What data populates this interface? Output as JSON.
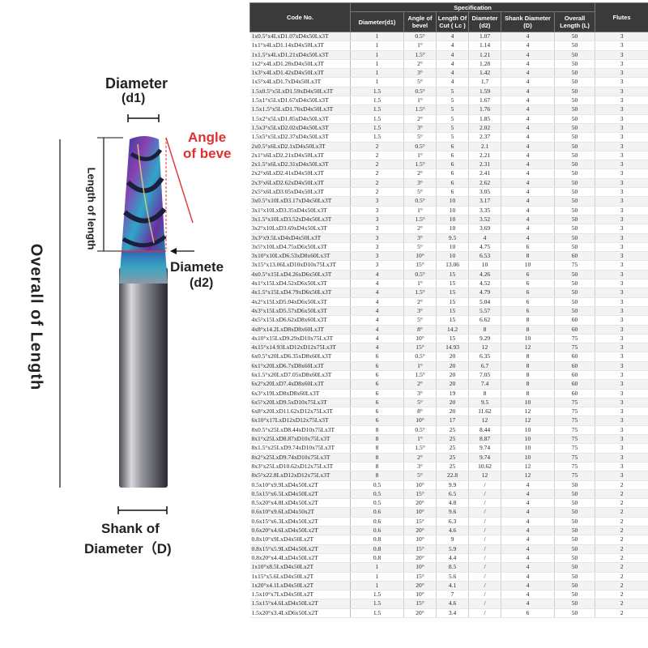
{
  "diagram": {
    "labels": {
      "diameter_d1_line1": "Diameter",
      "diameter_d1_line2": "(d1)",
      "angle_line1": "Angle",
      "angle_line2": "of beve",
      "length_of_cut": "Length of length",
      "diameter_d2_line1": "Diamete",
      "diameter_d2_line2": "(d2)",
      "overall_length": "Overall  of  Length",
      "shank_line1": "Shank of",
      "shank_line2": "Diameter（D)"
    },
    "colors": {
      "accent_red": "#e0302f",
      "text": "#222222"
    }
  },
  "table": {
    "header": {
      "code": "Code No.",
      "specification": "Specification",
      "flutes": "Flutes",
      "columns": [
        "Diameter(d1)",
        "Angle of bevel",
        "Length Of Cut ( Lc )",
        "Diameter (d2)",
        "Shank Diameter (D)",
        "Overall Length (L)"
      ]
    },
    "rows": [
      [
        "1x0.5°x4LxD1.07xD4x50Lx3T",
        "1",
        "0.5°",
        "4",
        "1.07",
        "4",
        "50",
        "3"
      ],
      [
        "1x1°x4LxD1.14xD4x50Lx3T",
        "1",
        "1°",
        "4",
        "1.14",
        "4",
        "50",
        "3"
      ],
      [
        "1x1.5°x4LxD1.21xD4x50Lx3T",
        "1",
        "1.5°",
        "4",
        "1.21",
        "4",
        "50",
        "3"
      ],
      [
        "1x2°x4LxD1.28xD4x50Lx3T",
        "1",
        "2°",
        "4",
        "1.28",
        "4",
        "50",
        "3"
      ],
      [
        "1x3°x4LxD1.42xD4x50Lx3T",
        "1",
        "3°",
        "4",
        "1.42",
        "4",
        "50",
        "3"
      ],
      [
        "1x5°x4LxD1.7xD4x50Lx3T",
        "1",
        "5°",
        "4",
        "1.7",
        "4",
        "50",
        "3"
      ],
      [
        "1.5x0.5°x5LxD1.59xD4x50Lx3T",
        "1.5",
        "0.5°",
        "5",
        "1.59",
        "4",
        "50",
        "3"
      ],
      [
        "1.5x1°x5LxD1.67xD4x50Lx3T",
        "1.5",
        "1°",
        "5",
        "1.67",
        "4",
        "50",
        "3"
      ],
      [
        "1.5x1.5°x5LxD1.76xD4x50Lx3T",
        "1.5",
        "1.5°",
        "5",
        "1.76",
        "4",
        "50",
        "3"
      ],
      [
        "1.5x2°x5LxD1.85xD4x50Lx3T",
        "1.5",
        "2°",
        "5",
        "1.85",
        "4",
        "50",
        "3"
      ],
      [
        "1.5x3°x5LxD2.02xD4x50Lx3T",
        "1.5",
        "3°",
        "5",
        "2.02",
        "4",
        "50",
        "3"
      ],
      [
        "1.5x5°x5LxD2.37xD4x50Lx3T",
        "1.5",
        "5°",
        "5",
        "2.37",
        "4",
        "50",
        "3"
      ],
      [
        "2x0.5°x6LxD2.1xD4x50Lx3T",
        "2",
        "0.5°",
        "6",
        "2.1",
        "4",
        "50",
        "3"
      ],
      [
        "2x1°x6LxD2.21xD4x50Lx3T",
        "2",
        "1°",
        "6",
        "2.21",
        "4",
        "50",
        "3"
      ],
      [
        "2x1.5°x6LxD2.31xD4x50Lx3T",
        "2",
        "1.5°",
        "6",
        "2.31",
        "4",
        "50",
        "3"
      ],
      [
        "2x2°x6LxD2.41xD4x50Lx3T",
        "2",
        "2°",
        "6",
        "2.41",
        "4",
        "50",
        "3"
      ],
      [
        "2x3°x6LxD2.62xD4x50Lx3T",
        "2",
        "3°",
        "6",
        "2.62",
        "4",
        "50",
        "3"
      ],
      [
        "2x5°x6LxD3.05xD4x50Lx3T",
        "2",
        "5°",
        "6",
        "3.05",
        "4",
        "50",
        "3"
      ],
      [
        "3x0.5°x10LxD3.17xD4x50Lx3T",
        "3",
        "0.5°",
        "10",
        "3.17",
        "4",
        "50",
        "3"
      ],
      [
        "3x1°x10LxD3.35xD4x50Lx3T",
        "3",
        "1°",
        "10",
        "3.35",
        "4",
        "50",
        "3"
      ],
      [
        "3x1.5°x10LxD3.52xD4x50Lx3T",
        "3",
        "1.5°",
        "10",
        "3.52",
        "4",
        "50",
        "3"
      ],
      [
        "3x2°x10LxD3.69xD4x50Lx3T",
        "3",
        "2°",
        "10",
        "3.69",
        "4",
        "50",
        "3"
      ],
      [
        "3x3°x9.5LxD4xD4x50Lx3T",
        "3",
        "3°",
        "9.5",
        "4",
        "4",
        "50",
        "3"
      ],
      [
        "3x5°x10LxD4.75xD6x50Lx3T",
        "3",
        "5°",
        "10",
        "4.75",
        "6",
        "50",
        "3"
      ],
      [
        "3x10°x10LxD6.53xD8x60Lx3T",
        "3",
        "10°",
        "10",
        "6.53",
        "8",
        "60",
        "3"
      ],
      [
        "3x15°x13.06LxD10xD10x75Lx3T",
        "3",
        "15°",
        "13.06",
        "10",
        "10",
        "75",
        "3"
      ],
      [
        "4x0.5°x15LxD4.26xD6x50Lx3T",
        "4",
        "0.5°",
        "15",
        "4.26",
        "6",
        "50",
        "3"
      ],
      [
        "4x1°x15LxD4.52xD6x50Lx3T",
        "4",
        "1°",
        "15",
        "4.52",
        "6",
        "50",
        "3"
      ],
      [
        "4x1.5°x15LxD4.79xD6x50Lx3T",
        "4",
        "1.5°",
        "15",
        "4.79",
        "6",
        "50",
        "3"
      ],
      [
        "4x2°x15LxD5.04xD6x50Lx3T",
        "4",
        "2°",
        "15",
        "5.04",
        "6",
        "50",
        "3"
      ],
      [
        "4x3°x15LxD5.57xD6x50Lx3T",
        "4",
        "3°",
        "15",
        "5.57",
        "6",
        "50",
        "3"
      ],
      [
        "4x5°x15LxD6.62xD8x60Lx3T",
        "4",
        "5°",
        "15",
        "6.62",
        "8",
        "60",
        "3"
      ],
      [
        "4x8°x14.2LxD8xD8x60Lx3T",
        "4",
        "8°",
        "14.2",
        "8",
        "8",
        "60",
        "3"
      ],
      [
        "4x10°x15LxD9.29xD10x75Lx3T",
        "4",
        "10°",
        "15",
        "9.29",
        "10",
        "75",
        "3"
      ],
      [
        "4x15°x14.93LxD12xD12x75Lx3T",
        "4",
        "15°",
        "14.93",
        "12",
        "12",
        "75",
        "3"
      ],
      [
        "6x0.5°x20LxD6.35xD8x60Lx3T",
        "6",
        "0.5°",
        "20",
        "6.35",
        "8",
        "60",
        "3"
      ],
      [
        "6x1°x20LxD6.7xD8x60Lx3T",
        "6",
        "1°",
        "20",
        "6.7",
        "8",
        "60",
        "3"
      ],
      [
        "6x1.5°x20LxD7.05xD8x60Lx3T",
        "6",
        "1.5°",
        "20",
        "7.05",
        "8",
        "60",
        "3"
      ],
      [
        "6x2°x20LxD7.4xD8x60Lx3T",
        "6",
        "2°",
        "20",
        "7.4",
        "8",
        "60",
        "3"
      ],
      [
        "6x3°x19LxD8xD8x60Lx3T",
        "6",
        "3°",
        "19",
        "8",
        "8",
        "60",
        "3"
      ],
      [
        "6x5°x20LxD9.5xD10x75Lx3T",
        "6",
        "5°",
        "20",
        "9.5",
        "10",
        "75",
        "3"
      ],
      [
        "6x8°x20LxD11.62xD12x75Lx3T",
        "6",
        "8°",
        "20",
        "11.62",
        "12",
        "75",
        "3"
      ],
      [
        "6x10°x17LxD12xD12x75Lx3T",
        "6",
        "10°",
        "17",
        "12",
        "12",
        "75",
        "3"
      ],
      [
        "8x0.5°x25LxD8.44xD10x75Lx3T",
        "8",
        "0.5°",
        "25",
        "8.44",
        "10",
        "75",
        "3"
      ],
      [
        "8x1°x25LxD8.87xD10x75Lx3T",
        "8",
        "1°",
        "25",
        "8.87",
        "10",
        "75",
        "3"
      ],
      [
        "8x1.5°x25LxD9.74xD10x75Lx3T",
        "8",
        "1.5°",
        "25",
        "9.74",
        "10",
        "75",
        "3"
      ],
      [
        "8x2°x25LxD9.74xD10x75Lx3T",
        "8",
        "2°",
        "25",
        "9.74",
        "10",
        "75",
        "3"
      ],
      [
        "8x3°x25LxD10.62xD12x75Lx3T",
        "8",
        "3°",
        "25",
        "10.62",
        "12",
        "75",
        "3"
      ],
      [
        "8x5°x22.8LxD12xD12x75Lx3T",
        "8",
        "5°",
        "22.8",
        "12",
        "12",
        "75",
        "3"
      ],
      [
        "0.5x10°x9.9LxD4x50Lx2T",
        "0.5",
        "10°",
        "9.9",
        "/",
        "4",
        "50",
        "2"
      ],
      [
        "0.5x15°x6.5LxD4x50Lx2T",
        "0.5",
        "15°",
        "6.5",
        "/",
        "4",
        "50",
        "2"
      ],
      [
        "0.5x20°x4.8LxD4x50Lx2T",
        "0.5",
        "20°",
        "4.8",
        "/",
        "4",
        "50",
        "2"
      ],
      [
        "0.6x10°x9.6LxD4x50x2T",
        "0.6",
        "10°",
        "9.6",
        "/",
        "4",
        "50",
        "2"
      ],
      [
        "0.6x15°x6.3LxD4x50Lx2T",
        "0.6",
        "15°",
        "6.3",
        "/",
        "4",
        "50",
        "2"
      ],
      [
        "0.6x20°x4.6LxD4x50Lx2T",
        "0.6",
        "20°",
        "4.6",
        "/",
        "4",
        "50",
        "2"
      ],
      [
        "0.8x10°x9LxD4x50Lx2T",
        "0.8",
        "10°",
        "9",
        "/",
        "4",
        "50",
        "2"
      ],
      [
        "0.8x15°x5.9LxD4x50Lx2T",
        "0.8",
        "15°",
        "5.9",
        "/",
        "4",
        "50",
        "2"
      ],
      [
        "0.8x20°x4.4LxD4x50Lx2T",
        "0.8",
        "20°",
        "4.4",
        "/",
        "4",
        "50",
        "2"
      ],
      [
        "1x10°x8.5LxD4x50Lx2T",
        "1",
        "10°",
        "8.5",
        "/",
        "4",
        "50",
        "2"
      ],
      [
        "1x15°x5.6LxD4x50Lx2T",
        "1",
        "15°",
        "5.6",
        "/",
        "4",
        "50",
        "2"
      ],
      [
        "1x20°x4.1LxD4x50Lx2T",
        "1",
        "20°",
        "4.1",
        "/",
        "4",
        "50",
        "2"
      ],
      [
        "1.5x10°x7LxD4x50Lx2T",
        "1.5",
        "10°",
        "7",
        "/",
        "4",
        "50",
        "2"
      ],
      [
        "1.5x15°x4.6LxD4x50Lx2T",
        "1.5",
        "15°",
        "4.6",
        "/",
        "4",
        "50",
        "2"
      ],
      [
        "1.5x20°x3.4LxD6x50Lx2T",
        "1.5",
        "20°",
        "3.4",
        "/",
        "6",
        "50",
        "2"
      ]
    ]
  }
}
